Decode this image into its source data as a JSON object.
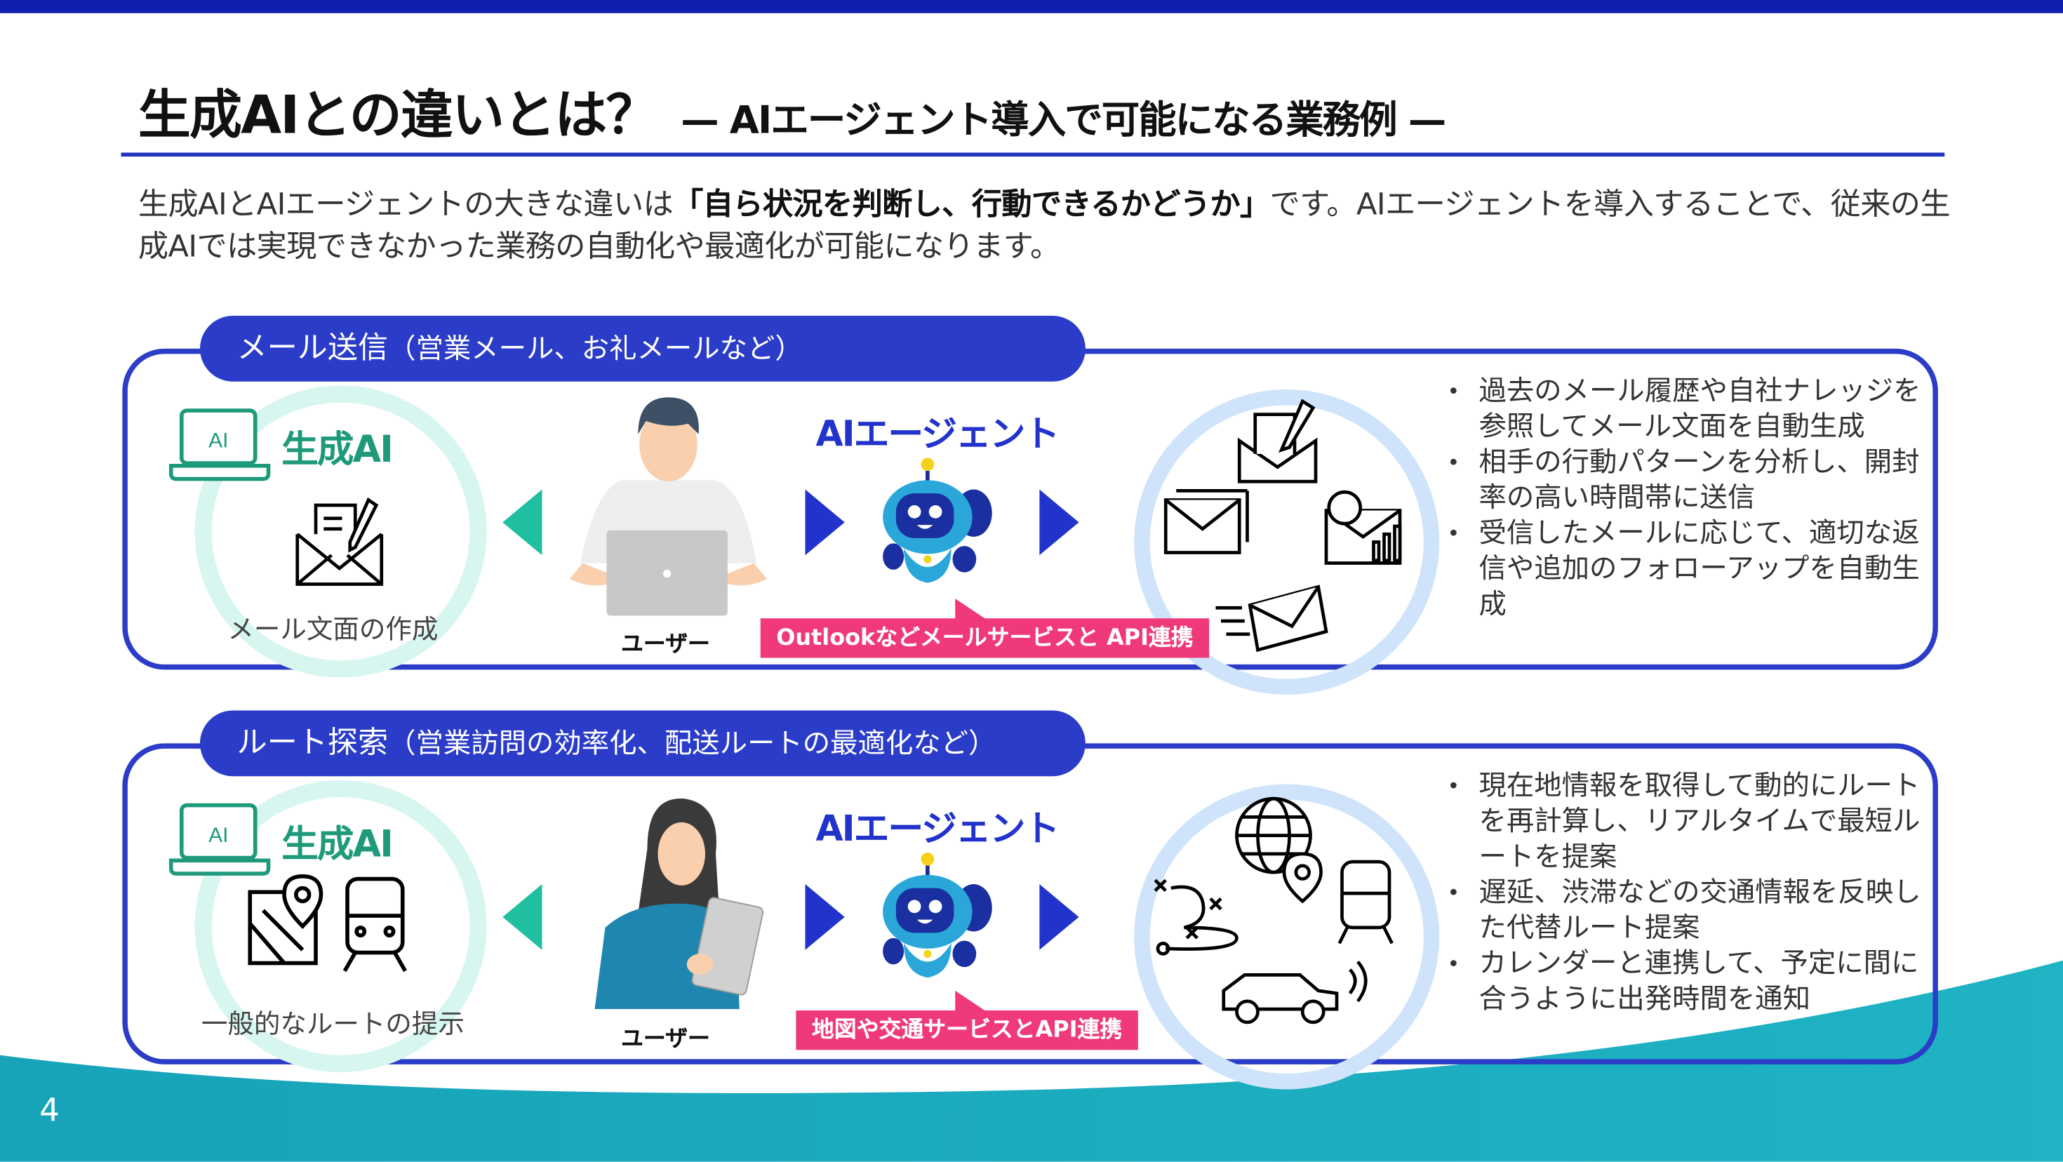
{
  "title": "生成AIとの違いとは？",
  "subtitle": "— AIエージェント導入で可能になる業務例 —",
  "intro": {
    "part1": "生成AIとAIエージェントの大きな違いは",
    "bold": "「自ら状況を判断し、行動できるかどうか」",
    "part2": "です。AIエージェントを導入することで、従来の生成AIでは実現できなかった業務の自動化や最適化が可能になります。"
  },
  "sections": [
    {
      "tab_title": "メール送信",
      "tab_sub": "（営業メール、お礼メールなど）",
      "genai_label": "生成AI",
      "laptop_label": "AI",
      "genai_caption": "メール文面の作成",
      "user_label": "ユーザー",
      "agent_label": "AIエージェント",
      "callout": "Outlookなどメールサービスと API連携",
      "bullets": [
        "過去のメール履歴や自社ナレッジを参照してメール文面を自動生成",
        "相手の行動パターンを分析し、開封率の高い時間帯に送信",
        "受信したメールに応じて、適切な返信や追加のフォローアップを自動生成"
      ]
    },
    {
      "tab_title": "ルート探索",
      "tab_sub": "（営業訪問の効率化、配送ルートの最適化など）",
      "genai_label": "生成AI",
      "laptop_label": "AI",
      "genai_caption": "一般的なルートの提示",
      "user_label": "ユーザー",
      "agent_label": "AIエージェント",
      "callout": "地図や交通サービスとAPI連携",
      "bullets": [
        "現在地情報を取得して動的にルートを再計算し、リアルタイムで最短ルートを提案",
        "遅延、渋滞などの交通情報を反映した代替ルート提案",
        "カレンダーと連携して、予定に間に合うように出発時間を通知"
      ]
    }
  ],
  "page_number": "4",
  "colors": {
    "primary": "#2a3cc8",
    "teal": "#1e9a7a",
    "pink": "#f0397a",
    "wave": "#1aa7bf"
  }
}
